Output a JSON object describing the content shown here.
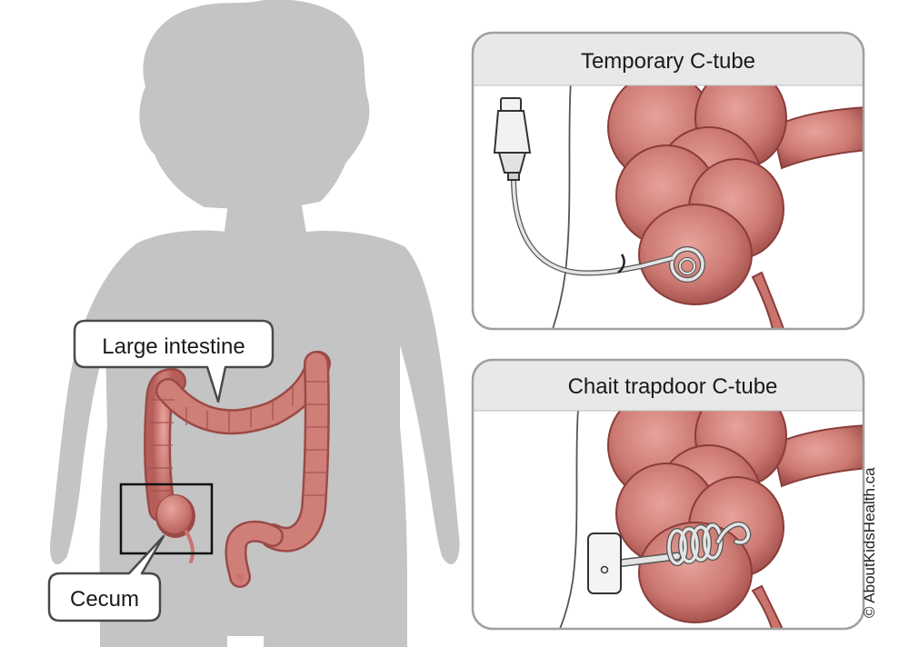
{
  "labels": {
    "large_intestine": "Large intestine",
    "cecum": "Cecum"
  },
  "panels": {
    "top": {
      "title": "Temporary C-tube"
    },
    "bottom": {
      "title": "Chait trapdoor C-tube"
    }
  },
  "copyright": "© AboutKidsHealth.ca",
  "colors": {
    "silhouette": "#c4c4c4",
    "intestine": "#c9756e",
    "intestine_dark": "#9c4a47",
    "panel_header": "#e8e8e8",
    "panel_border": "#a0a0a0",
    "tube": "#dcdcdc"
  }
}
